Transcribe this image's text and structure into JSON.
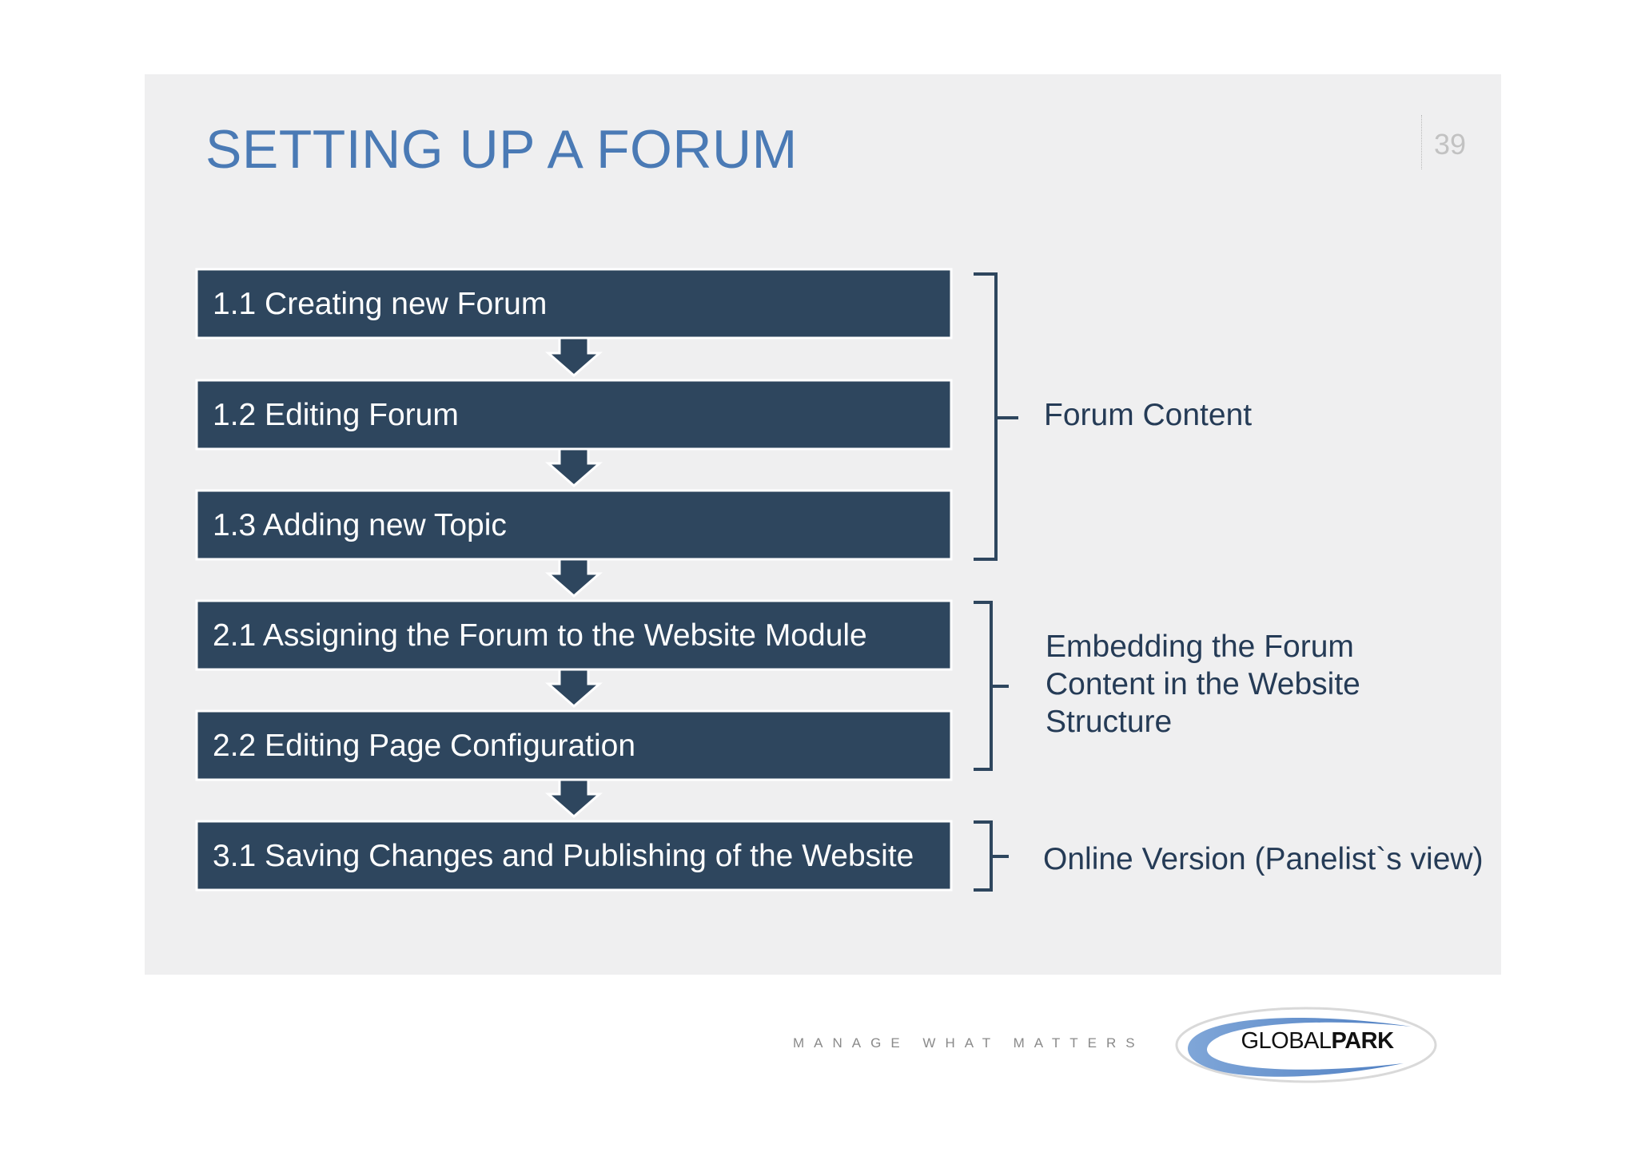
{
  "slide": {
    "title": "SETTING UP A FORUM",
    "page_number": "39"
  },
  "flow": {
    "steps": [
      {
        "label": "1.1 Creating new Forum"
      },
      {
        "label": "1.2 Editing Forum"
      },
      {
        "label": "1.3 Adding new Topic"
      },
      {
        "label": "2.1 Assigning the Forum to the Website Module"
      },
      {
        "label": "2.2 Editing Page Configuration"
      },
      {
        "label": "3.1 Saving Changes and Publishing of the Website"
      }
    ],
    "groups": [
      {
        "lines": [
          "Forum Content"
        ]
      },
      {
        "lines": [
          "Embedding the Forum",
          "Content in the Website",
          "Structure"
        ]
      },
      {
        "lines": [
          "Online Version (Panelist`s view)"
        ]
      }
    ]
  },
  "footer": {
    "tagline": "MANAGE WHAT MATTERS",
    "logo_text_light": "GLOBAL",
    "logo_text_bold": "PARK"
  },
  "colors": {
    "step_fill": "#2e465e",
    "title": "#4a7ab5",
    "group_text": "#253b56",
    "panel": "#efeff0"
  },
  "icons": {
    "flow_arrow": "down-arrow-icon",
    "group_bracket": "right-brace-icon"
  }
}
